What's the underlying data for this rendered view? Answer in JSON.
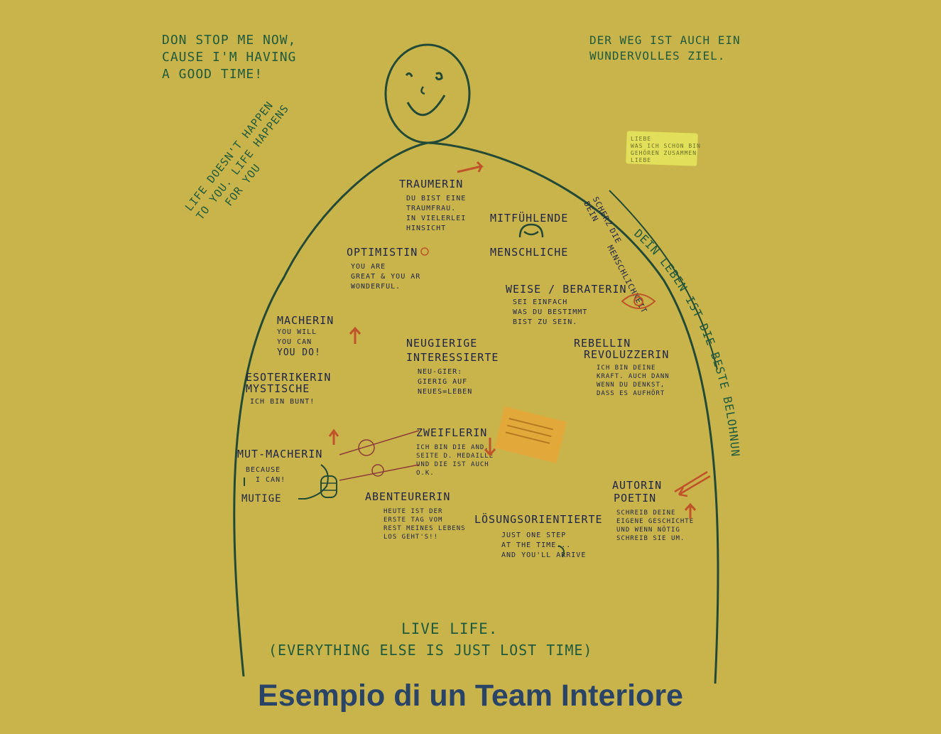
{
  "colors": {
    "background": "#c9b44b",
    "outline": "#234a36",
    "green_ink": "#1f5a3c",
    "navy_ink": "#1d2347",
    "orange_marker": "#c0532a",
    "sticky_note": "#e2e05a",
    "caption": "#2a4468"
  },
  "quotes": {
    "top_left": [
      "DON STOP ME NOW,",
      "CAUSE I'M HAVING",
      "A GOOD TIME!"
    ],
    "top_right": [
      "DER WEG IST AUCH EIN",
      "WUNDERVOLLES ZIEL."
    ],
    "left_diagonal": [
      "LIFE DOESN'T HAPPEN",
      "TO YOU. LIFE HAPPENS",
      "FOR YOU"
    ],
    "right_curve": "DEIN LEBEN IST DIE BESTE BELOHNUNG",
    "inner_diagonal": [
      "DEIN",
      "SCHERZ",
      "DIE",
      "MENSCHLICHKEIT"
    ],
    "bottom": [
      "LIVE  LIFE.",
      "(EVERYTHING ELSE IS JUST LOST TIME)"
    ]
  },
  "sticky_note": [
    "LIEBE",
    "WAS ICH SCHON BIN",
    "GEHÖREN ZUSAMMEN",
    "LIEBE"
  ],
  "members": {
    "traeumerin": {
      "title": "TRAUMERIN",
      "lines": [
        "DU BIST EINE",
        "TRAUMFRAU.",
        "IN VIELERLEI",
        "HINSICHT"
      ]
    },
    "mitfuehlende": {
      "title": "MITFÜHLENDE",
      "lines": [
        "MENSCHLICHE"
      ]
    },
    "optimistin": {
      "title": "OPTIMISTIN",
      "lines": [
        "YOU ARE",
        "GREAT & YOU AR",
        "WONDERFUL."
      ]
    },
    "weise": {
      "title": "WEISE / BERATERIN",
      "lines": [
        "SEI EINFACH",
        "WAS DU BESTIMMT",
        "BIST ZU SEIN."
      ]
    },
    "macherin": {
      "title": "MACHERIN",
      "lines": [
        "YOU WILL",
        "YOU CAN",
        "YOU DO!"
      ]
    },
    "neugierige": {
      "title": "NEUGIERIGE",
      "title2": "INTERESSIERTE",
      "lines": [
        "NEU-GIER:",
        "GIERIG AUF",
        "NEUES=LEBEN"
      ]
    },
    "rebellin": {
      "title": "REBELLIN",
      "title2": "REVOLUZZERIN",
      "lines": [
        "ICH BIN DEINE",
        "KRAFT. AUCH DANN",
        "WENN DU DENKST,",
        "DASS ES AUFHÖRT"
      ]
    },
    "esoterikerin": {
      "title": "ESOTERIKERIN",
      "title2": "MYSTISCHE",
      "lines": [
        "ICH BIN BUNT!"
      ]
    },
    "zweiflerin": {
      "title": "ZWEIFLERIN",
      "lines": [
        "ICH BIN DIE AND.",
        "SEITE D. MEDAILLE",
        "UND DIE IST AUCH",
        "O.K."
      ]
    },
    "mutmacherin": {
      "title": "MUT-MACHERIN",
      "lines": [
        "BECAUSE",
        "I CAN!"
      ]
    },
    "mutige": {
      "title": "MUTIGE",
      "lines": []
    },
    "abenteurerin": {
      "title": "ABENTEURERIN",
      "lines": [
        "HEUTE IST DER",
        "ERSTE TAG VOM",
        "REST MEINES LEBENS",
        "LOS GEHT'S!!"
      ]
    },
    "loesungsorientierte": {
      "title": "LÖSUNGSORIENTIERTE",
      "lines": [
        "JUST ONE STEP",
        "AT THE TIME...",
        "AND YOU'LL ARRIVE"
      ]
    },
    "autorin": {
      "title": "AUTORIN",
      "title2": "POETIN",
      "lines": [
        "SCHREIB DEINE",
        "EIGENE GESCHICHTE",
        "UND WENN NÖTIG",
        "SCHREIB SIE UM."
      ]
    }
  },
  "caption": "Esempio di un Team Interiore"
}
